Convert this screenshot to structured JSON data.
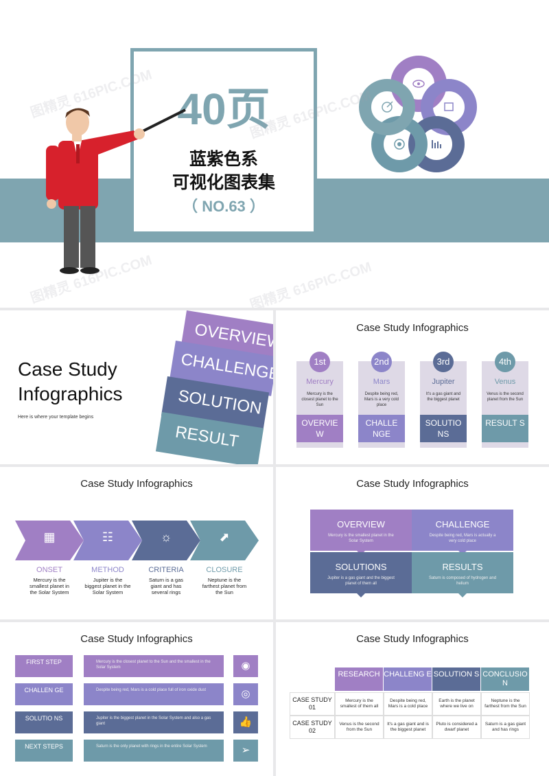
{
  "watermark": "图精灵 616PIC.COM",
  "colors": {
    "teal": "#7fa5b0",
    "purple": "#a07fc4",
    "violet": "#8c85c9",
    "navy": "#5b6c96",
    "steel": "#6e9aa9"
  },
  "cover": {
    "big": "40页",
    "line1": "蓝紫色系",
    "line2": "可视化图表集",
    "code": "（ NO.63 ）"
  },
  "s2": {
    "title1": "Case Study",
    "title2": "Infographics",
    "sub": "Here is where your template begins",
    "bands": [
      "OVERVIEW",
      "CHALLENGE",
      "SOLUTION",
      "RESULT"
    ]
  },
  "header": "Case Study Infographics",
  "s3": {
    "cards": [
      {
        "ord": "1st",
        "name": "Mercury",
        "desc": "Mercury is the closest planet to the Sun",
        "btn": "OVERVIE W"
      },
      {
        "ord": "2nd",
        "name": "Mars",
        "desc": "Despite being red, Mars is a very cold place",
        "btn": "CHALLE NGE"
      },
      {
        "ord": "3rd",
        "name": "Jupiter",
        "desc": "It's a gas giant and the biggest planet",
        "btn": "SOLUTIO NS"
      },
      {
        "ord": "4th",
        "name": "Venus",
        "desc": "Venus is the second planet from the Sun",
        "btn": "RESULT S"
      }
    ]
  },
  "s4": {
    "steps": [
      {
        "label": "ONSET",
        "desc": "Mercury is the smallest planet in the Solar System",
        "icon": "map-icon"
      },
      {
        "label": "METHOD",
        "desc": "Jupiter is the biggest planet in the Solar System",
        "icon": "sliders-icon"
      },
      {
        "label": "CRITERIA",
        "desc": "Saturn is a gas giant and has several rings",
        "icon": "lightbulb-icon"
      },
      {
        "label": "CLOSURE",
        "desc": "Neptune is the farthest planet from the Sun",
        "icon": "chart-icon"
      }
    ]
  },
  "s5": {
    "boxes": [
      {
        "t": "OVERVIEW",
        "d": "Mercury is the smallest planet in the Solar System"
      },
      {
        "t": "CHALLENGE",
        "d": "Despite being red, Mars is actually a very cold place"
      },
      {
        "t": "SOLUTIONS",
        "d": "Jupiter is a gas giant and the biggest planet of them all"
      },
      {
        "t": "RESULTS",
        "d": "Saturn is composed of hydrogen and helium"
      }
    ]
  },
  "s6": {
    "rows": [
      {
        "l": "FIRST STEP",
        "d": "Mercury is the closest planet to the Sun and the smallest in the Solar System",
        "icon": "eye-icon"
      },
      {
        "l": "CHALLEN GE",
        "d": "Despite being red, Mars is a cold place full of iron oxide dust",
        "icon": "target-icon"
      },
      {
        "l": "SOLUTIO NS",
        "d": "Jupiter is the biggest planet in the Solar System and also a gas giant",
        "icon": "thumbs-up-icon"
      },
      {
        "l": "NEXT STEPS",
        "d": "Saturn is the only planet with rings in the entire Solar System",
        "icon": "send-icon"
      }
    ]
  },
  "s7": {
    "cols": [
      "RESEARCH",
      "CHALLENG E",
      "SOLUTION S",
      "CONCLUSIO N"
    ],
    "rows": [
      {
        "h": "CASE STUDY 01",
        "c": [
          "Mercury is the smallest of them all",
          "Despite being red, Mars is a cold place",
          "Earth is the planet where we live on",
          "Neptune is the farthest from the Sun"
        ]
      },
      {
        "h": "CASE STUDY 02",
        "c": [
          "Venus is the second from the Sun",
          "It's a gas giant and is the biggest planet",
          "Pluto is considered a dwarf planet",
          "Saturn is a gas giant and has rings"
        ]
      }
    ]
  }
}
